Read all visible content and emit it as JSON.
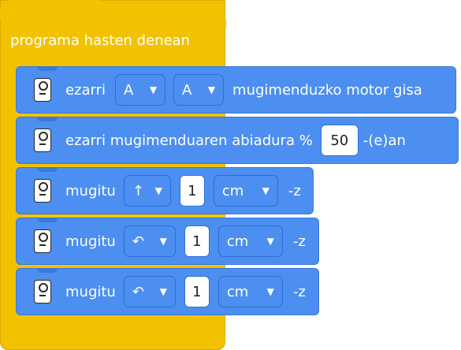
{
  "hat": {
    "title": "programa hasten denean"
  },
  "blocks": [
    {
      "type": "set_motor",
      "text1": "ezarri",
      "port1": "A",
      "port2": "A",
      "text2": "mugimenduzko motor gisa",
      "icon": "motor-pair-icon"
    },
    {
      "type": "set_speed",
      "text1": "ezarri mugimenduaren abiadura %",
      "value": "50",
      "text2": "-(e)an",
      "icon": "motor-pair-icon"
    },
    {
      "type": "move",
      "text1": "mugitu",
      "direction": "↑",
      "distance": "1",
      "unit": "cm",
      "text2": "-z",
      "icon": "motor-pair-icon"
    },
    {
      "type": "move",
      "text1": "mugitu",
      "direction": "↶",
      "distance": "1",
      "unit": "cm",
      "text2": "-z",
      "icon": "motor-pair-icon"
    },
    {
      "type": "move",
      "text1": "mugitu",
      "direction": "↶",
      "distance": "1",
      "unit": "cm",
      "text2": "-z",
      "icon": "motor-pair-icon"
    }
  ],
  "colors": {
    "hat": "#f2c200",
    "block": "#4c8ff0",
    "block_border": "#3a79d6"
  }
}
